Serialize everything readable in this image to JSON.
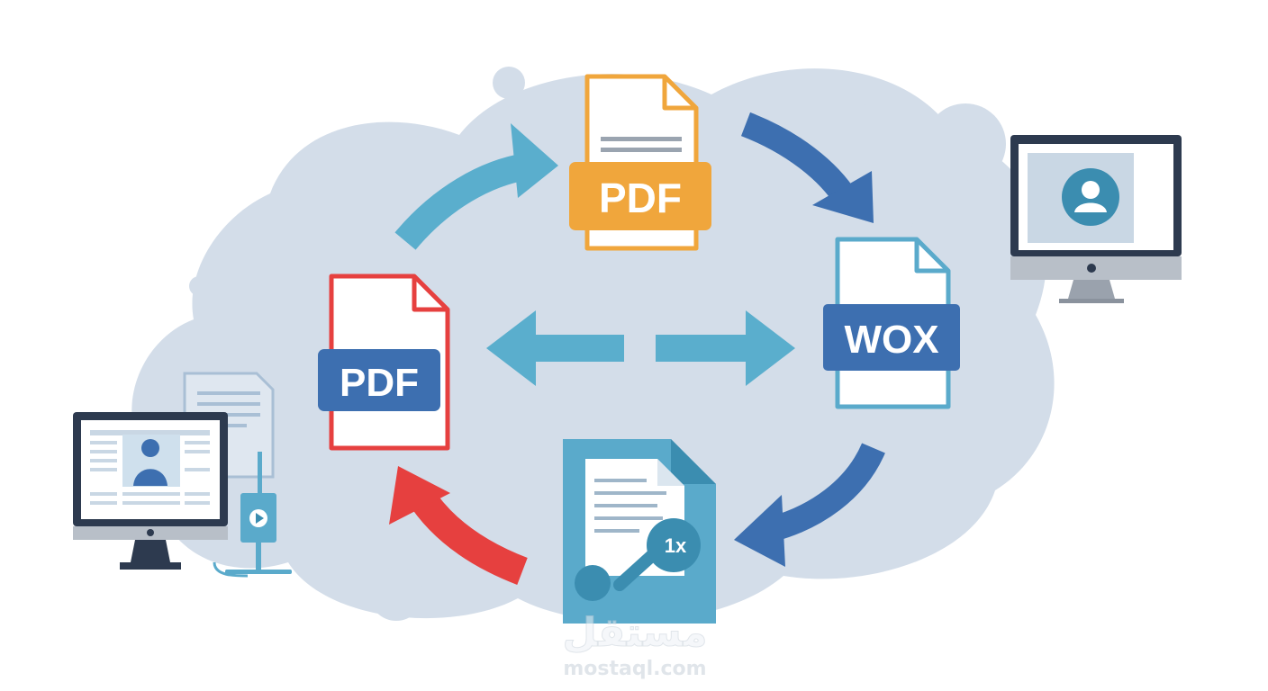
{
  "labels": {
    "top_doc": "PDF",
    "left_doc": "PDF",
    "right_doc": "WOX",
    "convert_badge": "1x"
  },
  "watermark": {
    "arabic": "مستقل",
    "site": "mostaql.com"
  },
  "colors": {
    "blob": "#d3dde9",
    "pdf_orange": "#f0a63c",
    "pdf_red": "#e6403f",
    "wox_blue": "#3d6fb0",
    "doc_teal": "#5aaacb",
    "arrow_light": "#5aaecd",
    "arrow_dark": "#3d6fb0",
    "arrow_red": "#e6403f",
    "monitor_frame": "#2d3a4f"
  },
  "icons": [
    "pdf-file-icon",
    "wox-file-icon",
    "document-convert-icon",
    "desktop-monitor-icon",
    "user-avatar-icon",
    "play-icon"
  ]
}
